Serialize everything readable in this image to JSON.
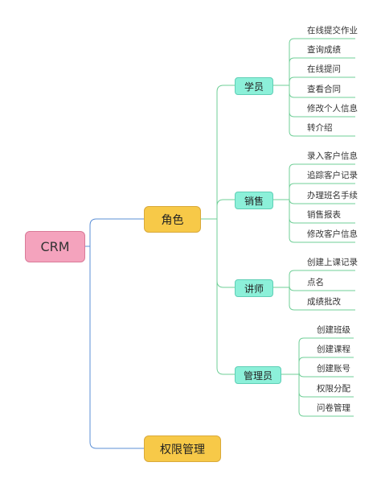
{
  "root": {
    "label": "CRM"
  },
  "branches": [
    {
      "label": "角色",
      "children": [
        {
          "label": "学员",
          "items": [
            "在线提交作业",
            "查询成绩",
            "在线提问",
            "查看合同",
            "修改个人信息",
            "转介绍"
          ]
        },
        {
          "label": "销售",
          "items": [
            "录入客户信息",
            "追踪客户记录",
            "办理班名手续",
            "销售报表",
            "修改客户信息"
          ]
        },
        {
          "label": "讲师",
          "items": [
            "创建上课记录",
            "点名",
            "成绩批改"
          ]
        },
        {
          "label": "管理员",
          "items": [
            "创建班级",
            "创建课程",
            "创建账号",
            "权限分配",
            "问卷管理"
          ]
        }
      ]
    },
    {
      "label": "权限管理",
      "children": []
    }
  ],
  "colors": {
    "root_fill": "#f4a3bd",
    "level1_fill": "#f7c948",
    "level2_fill": "#8cf0d9",
    "root_link": "#5b8fd6",
    "sub_link": "#6fcf97"
  }
}
